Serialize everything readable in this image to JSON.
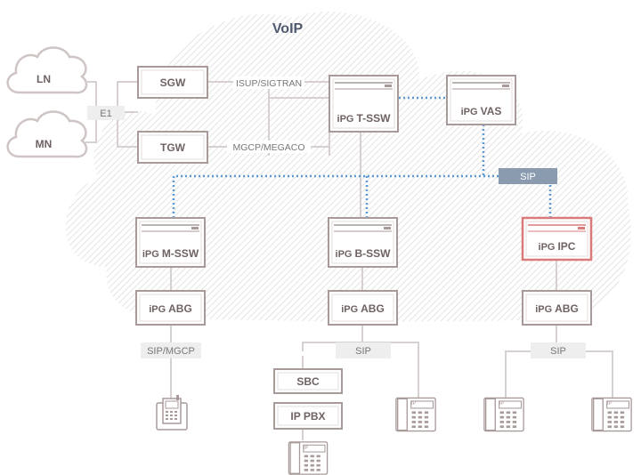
{
  "diagram": {
    "title": "VoIP",
    "clouds": {
      "ln": "LN",
      "mn": "MN"
    },
    "labels": {
      "e1": "E1",
      "isup": "ISUP/SIGTRAN",
      "mgcp_megaco": "MGCP/MEGACO",
      "sip_tag": "SIP",
      "sip_mgcp": "SIP/MGCP",
      "sip_mid": "SIP",
      "sip_right": "SIP"
    },
    "boxes": {
      "sgw": "SGW",
      "tgw": "TGW",
      "sbc": "SBC",
      "ippbx": "IP PBX"
    },
    "servers": {
      "tssw": {
        "brand": "iPG",
        "name": "T-SSW"
      },
      "vas": {
        "brand": "iPG",
        "name": "VAS"
      },
      "mssw": {
        "brand": "iPG",
        "name": "M-SSW"
      },
      "bssw": {
        "brand": "iPG",
        "name": "B-SSW"
      },
      "ipc": {
        "brand": "iPG",
        "name": "IPC"
      },
      "abg1": {
        "brand": "iPG",
        "name": "ABG"
      },
      "abg2": {
        "brand": "iPG",
        "name": "ABG"
      },
      "abg3": {
        "brand": "iPG",
        "name": "ABG"
      }
    },
    "phone_screen_label": "IP",
    "colors": {
      "box_border": "#a99a9a",
      "box_text": "#6f6262",
      "highlight": "#d97b7b",
      "dotted_link": "#5b9bd5",
      "sip_tag_fill": "#8a9bb0",
      "label_bg": "#eeeeee",
      "label_text": "#777777",
      "title_text": "#4e5a70"
    }
  }
}
